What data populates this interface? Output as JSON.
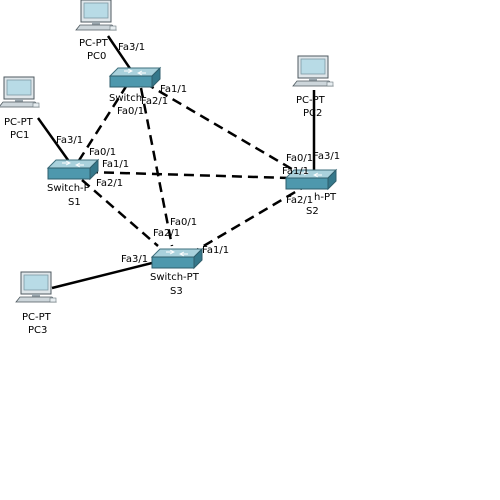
{
  "devices": {
    "PC0": {
      "type_label": "PC-PT",
      "name_label": "PC0"
    },
    "PC1": {
      "type_label": "PC-PT",
      "name_label": "PC1"
    },
    "PC2": {
      "type_label": "PC-PT",
      "name_label": "PC2"
    },
    "PC3": {
      "type_label": "PC-PT",
      "name_label": "PC3"
    },
    "S0": {
      "type_label": "Switch",
      "name_label": ""
    },
    "S1": {
      "type_label": "Switch-P",
      "name_label": "S1"
    },
    "S2": {
      "type_label": "h-PT",
      "name_label": "S2"
    },
    "S3": {
      "type_label": "Switch-PT",
      "name_label": "S3"
    }
  },
  "ports": {
    "pc0_fa3": "Fa3/1",
    "s0_fa1": "Fa1/1",
    "s0_fa2": "Fa2/1",
    "s0_fa0": "Fa0/1",
    "pc1_fa3": "Fa3/1",
    "s1_fa0": "Fa0/1",
    "s1_fa1": "Fa1/1",
    "s1_fa2": "Fa2/1",
    "s2_fa0": "Fa0/1",
    "s2_fa3": "Fa3/1",
    "s2_fa1": "Fa1/1",
    "s2_fa2": "Fa2/1",
    "s3_fa0": "Fa0/1",
    "s3_fa2": "Fa2/1",
    "s3_fa1": "Fa1/1",
    "s3_fa3": "Fa3/1"
  }
}
